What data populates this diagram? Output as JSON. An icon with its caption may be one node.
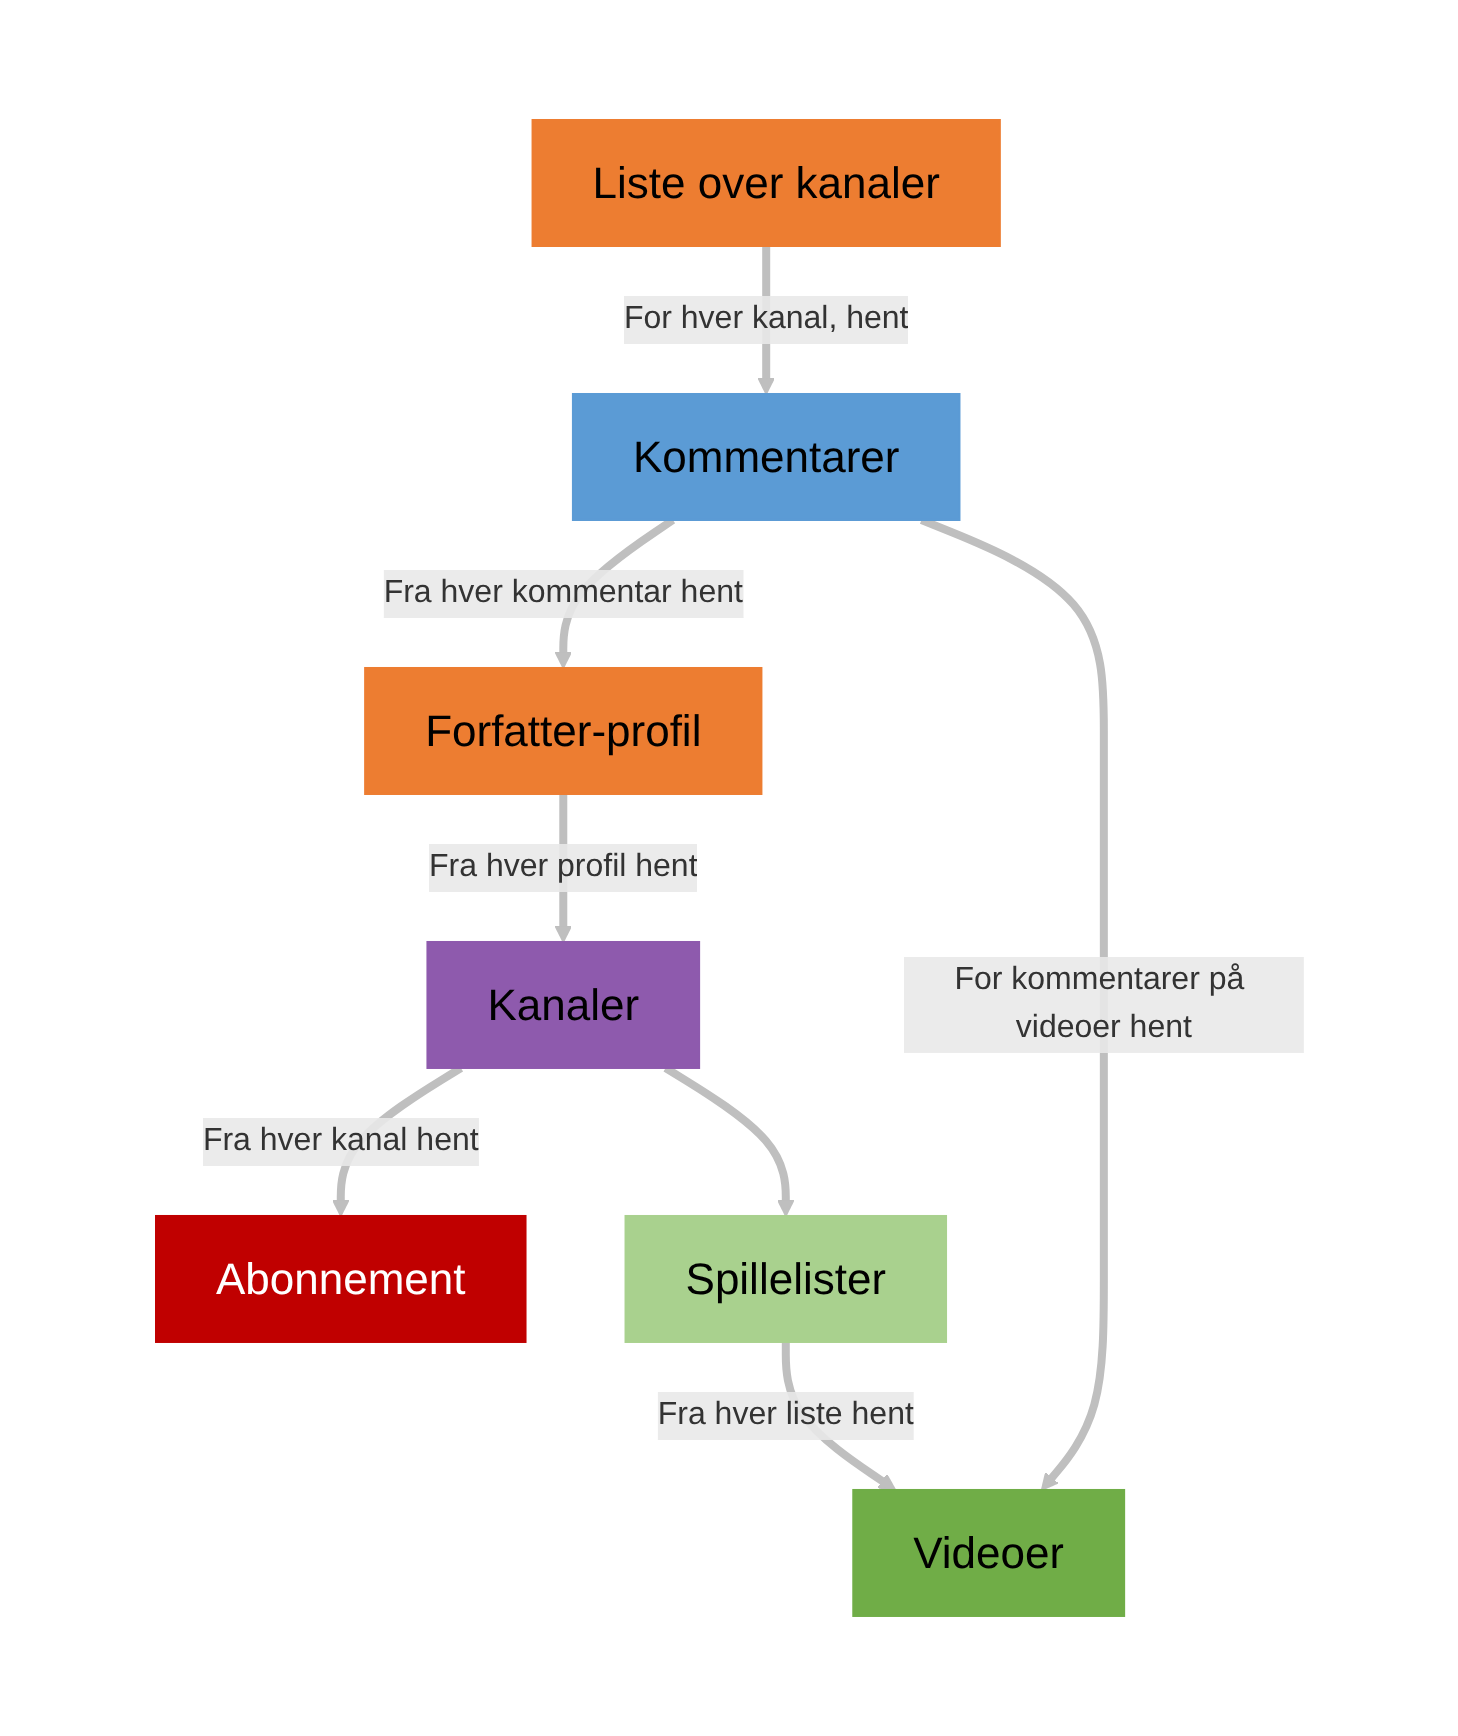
{
  "diagram": {
    "nodes": [
      {
        "text": [
          "Liste over kanaler"
        ]
      },
      {
        "text": [
          "Kommentarer"
        ]
      },
      {
        "text": [
          "Forfatter-profil"
        ]
      },
      {
        "text": [
          "Kanaler"
        ]
      },
      {
        "text": [
          "Abonnement"
        ]
      },
      {
        "text": [
          "Spillelister"
        ]
      },
      {
        "text": [
          "Videoer"
        ]
      }
    ],
    "edges": [
      {
        "from": 0,
        "to": 1,
        "arrow": "to",
        "label": "For hver kanal, hent"
      },
      {
        "from": 1,
        "to": 2,
        "arrow": "to",
        "label": "Fra hver kommentar hent"
      },
      {
        "from": 1,
        "to": 6,
        "arrow": "to",
        "label": "For kommentarer på videoer hent"
      },
      {
        "from": 2,
        "to": 3,
        "arrow": "to",
        "label": "Fra hver profil hent"
      },
      {
        "from": 3,
        "to": 4,
        "arrow": "to",
        "label": "Fra hver kanal hent"
      },
      {
        "from": 3,
        "to": 5,
        "arrow": "to"
      },
      {
        "from": 5,
        "to": 6,
        "arrow": "to",
        "label": "Fra hver liste hent"
      }
    ]
  }
}
